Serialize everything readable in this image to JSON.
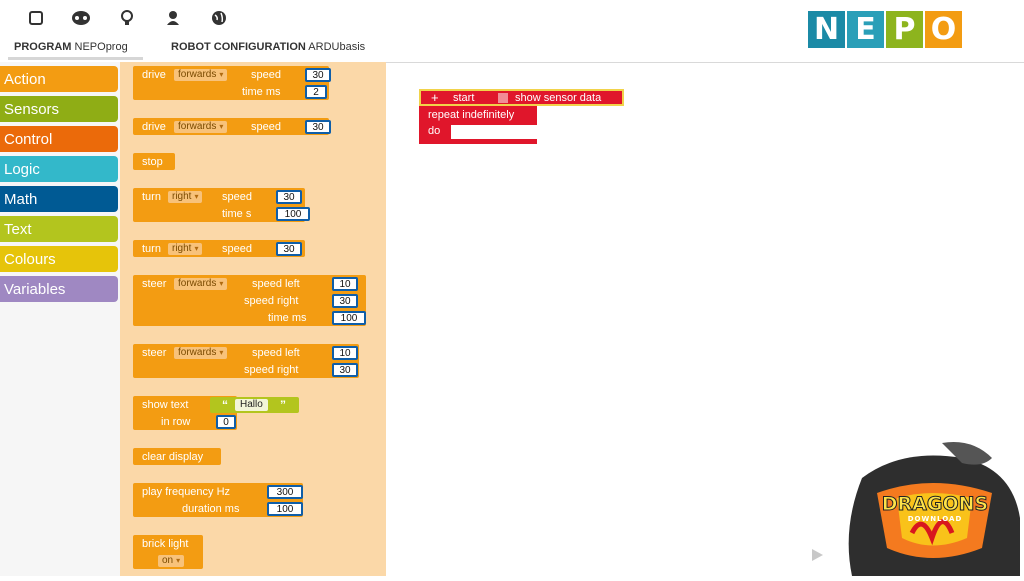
{
  "toolbar": {
    "icons": [
      "program-icon",
      "robot-icon",
      "lightbulb-icon",
      "user-icon",
      "globe-icon"
    ],
    "tabs": [
      {
        "bold": "PROGRAM",
        "name": "NEPOprog"
      },
      {
        "bold": "ROBOT CONFIGURATION",
        "name": "ARDUbasis"
      }
    ]
  },
  "logo": {
    "letters": [
      "N",
      "E",
      "P",
      "O"
    ],
    "colors": [
      "#1b8aa6",
      "#2a9fb8",
      "#8db41e",
      "#f39c12"
    ]
  },
  "categories": [
    {
      "label": "Action",
      "color": "#f39c12"
    },
    {
      "label": "Sensors",
      "color": "#8fad15"
    },
    {
      "label": "Control",
      "color": "#eb6a0a"
    },
    {
      "label": "Logic",
      "color": "#33b8ca"
    },
    {
      "label": "Math",
      "color": "#005a94"
    },
    {
      "label": "Text",
      "color": "#b3c51e"
    },
    {
      "label": "Colours",
      "color": "#e6c40a"
    },
    {
      "label": "Variables",
      "color": "#9f88c2"
    }
  ],
  "blocks": {
    "drive1": {
      "label": "drive",
      "dir": "forwards",
      "speed_label": "speed",
      "speed": "30",
      "time_label": "time ms",
      "time": "2"
    },
    "drive2": {
      "label": "drive",
      "dir": "forwards",
      "speed_label": "speed",
      "speed": "30"
    },
    "stop": {
      "label": "stop"
    },
    "turn1": {
      "label": "turn",
      "dir": "right",
      "speed_label": "speed",
      "speed": "30",
      "time_label": "time s",
      "time": "100"
    },
    "turn2": {
      "label": "turn",
      "dir": "right",
      "speed_label": "speed",
      "speed": "30"
    },
    "steer1": {
      "label": "steer",
      "dir": "forwards",
      "speed_left_label": "speed   left",
      "left": "10",
      "speed_right_label": "speed   right",
      "right": "30",
      "time_label": "time ms",
      "time": "100"
    },
    "steer2": {
      "label": "steer",
      "dir": "forwards",
      "speed_left_label": "speed   left",
      "left": "10",
      "speed_right_label": "speed   right",
      "right": "30"
    },
    "showtext": {
      "label": "show text",
      "text": "Hallo",
      "row_label": "in row",
      "row": "0"
    },
    "clear": {
      "label": "clear display"
    },
    "play": {
      "label": "play   frequency Hz",
      "freq": "300",
      "dur_label": "duration ms",
      "dur": "100"
    },
    "brick": {
      "label": "brick light",
      "state": "on"
    }
  },
  "canvas": {
    "start_label": "start",
    "sensor_label": "show sensor data",
    "repeat_label": "repeat indefinitely",
    "do_label": "do"
  },
  "watermark": {
    "title": "DRAGONS",
    "subtitle": "DOWNLOAD"
  }
}
